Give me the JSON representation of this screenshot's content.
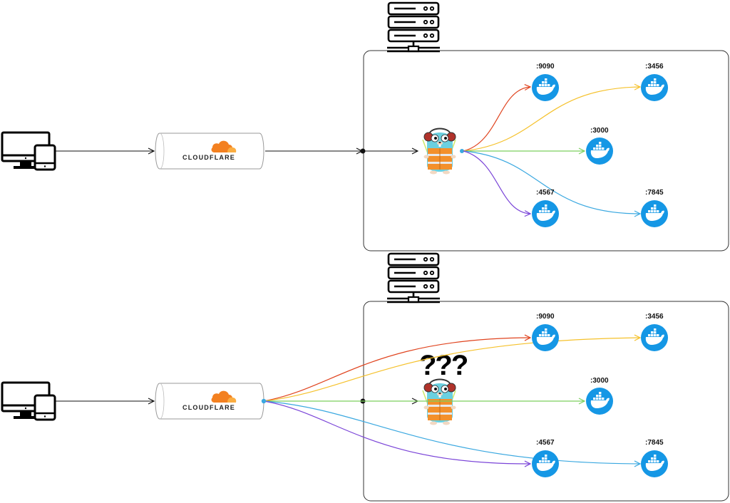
{
  "brand": {
    "cloudflare_label": "CLOUDFLARE"
  },
  "colors": {
    "port_9090": "#e0441f",
    "port_3456": "#f5c12b",
    "port_3000": "#7ccf5e",
    "port_7845": "#3aa8e0",
    "port_4567": "#7a44d8",
    "docker_blue": "#1597e5",
    "cloudflare_orange": "#f38020"
  },
  "diagrams": [
    {
      "id": "top",
      "scenario": "routed-through-server",
      "ports": [
        ":9090",
        ":3456",
        ":3000",
        ":4567",
        ":7845"
      ]
    },
    {
      "id": "bottom",
      "scenario": "direct-to-containers",
      "confused_text": "???",
      "ports": [
        ":9090",
        ":3456",
        ":3000",
        ":4567",
        ":7845"
      ]
    }
  ],
  "icons": {
    "client": "desktop-and-tablet-icon",
    "server": "server-rack-icon",
    "proxy": "gopher-mascot-icon",
    "container": "docker-whale-icon"
  }
}
